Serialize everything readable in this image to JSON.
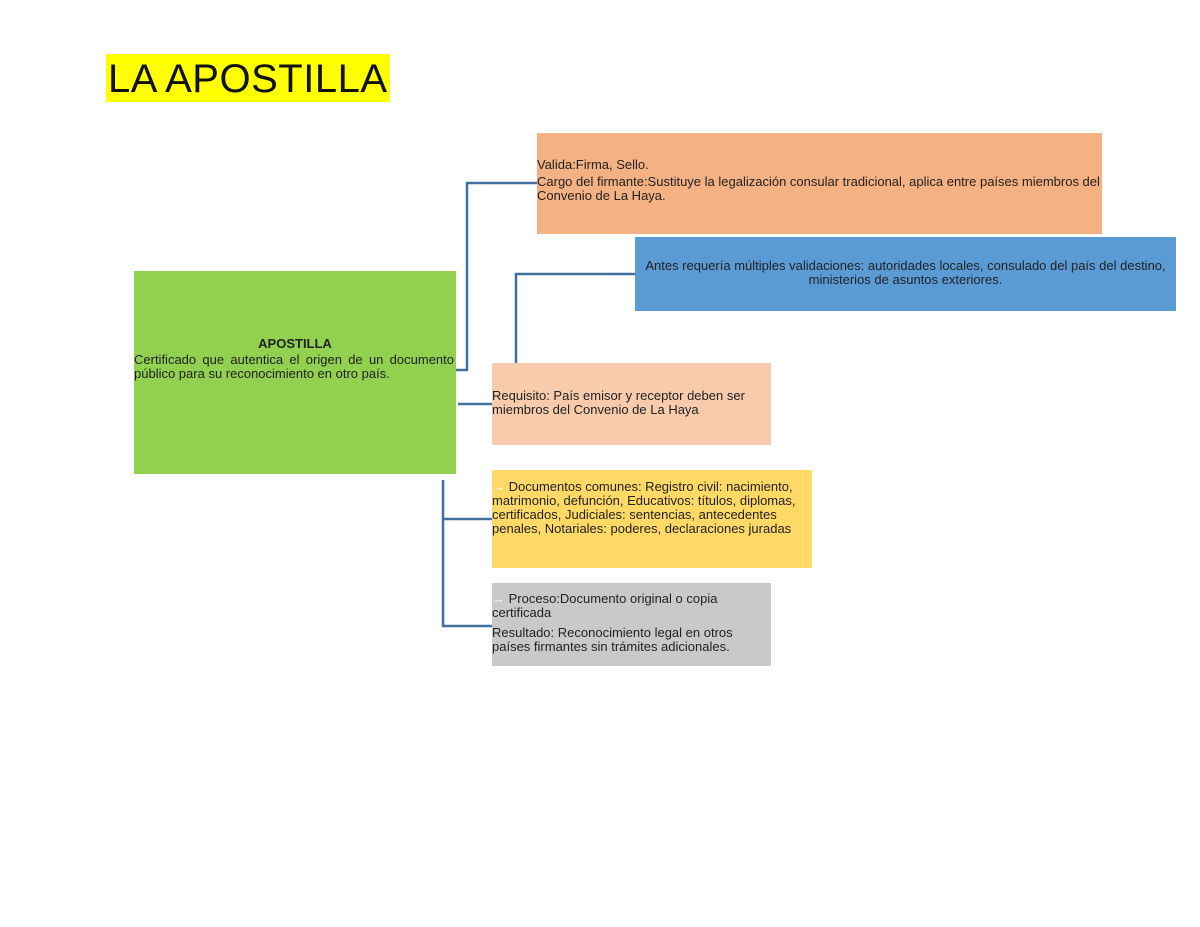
{
  "title": "LA APOSTILLA",
  "colors": {
    "title_highlight": "#ffff00",
    "main": "#92d050",
    "validity": "#f4b183",
    "history": "#5b9bd5",
    "requirement": "#f8cbad",
    "documents": "#ffd966",
    "process": "#c9c9c9",
    "connector": "#41719c"
  },
  "main": {
    "heading": "APOSTILLA",
    "description": "Certificado que autentica el origen de un documento público para su reconocimiento en otro país."
  },
  "validity": {
    "line1": "Valida:Firma, Sello.",
    "line2": "Cargo del firmante:Sustituye la legalización consular tradicional, aplica entre países miembros del Convenio de La Haya."
  },
  "history": {
    "text": "Antes requería múltiples validaciones: autoridades locales, consulado del país del destino, ministerios de asuntos exteriores."
  },
  "requirement": {
    "text": "Requisito: País emisor y receptor deben ser miembros del Convenio de La Haya"
  },
  "documents": {
    "arrow": "→",
    "text": " Documentos comunes: Registro civil: nacimiento, matrimonio, defunción, Educativos: títulos, diplomas, certificados, Judiciales: sentencias, antecedentes penales, Notariales: poderes, declaraciones juradas"
  },
  "process": {
    "arrow": "→",
    "line1": " Proceso:Documento original o copia certificada",
    "line2": "Resultado: Reconocimiento legal en otros países firmantes sin trámites adicionales."
  }
}
